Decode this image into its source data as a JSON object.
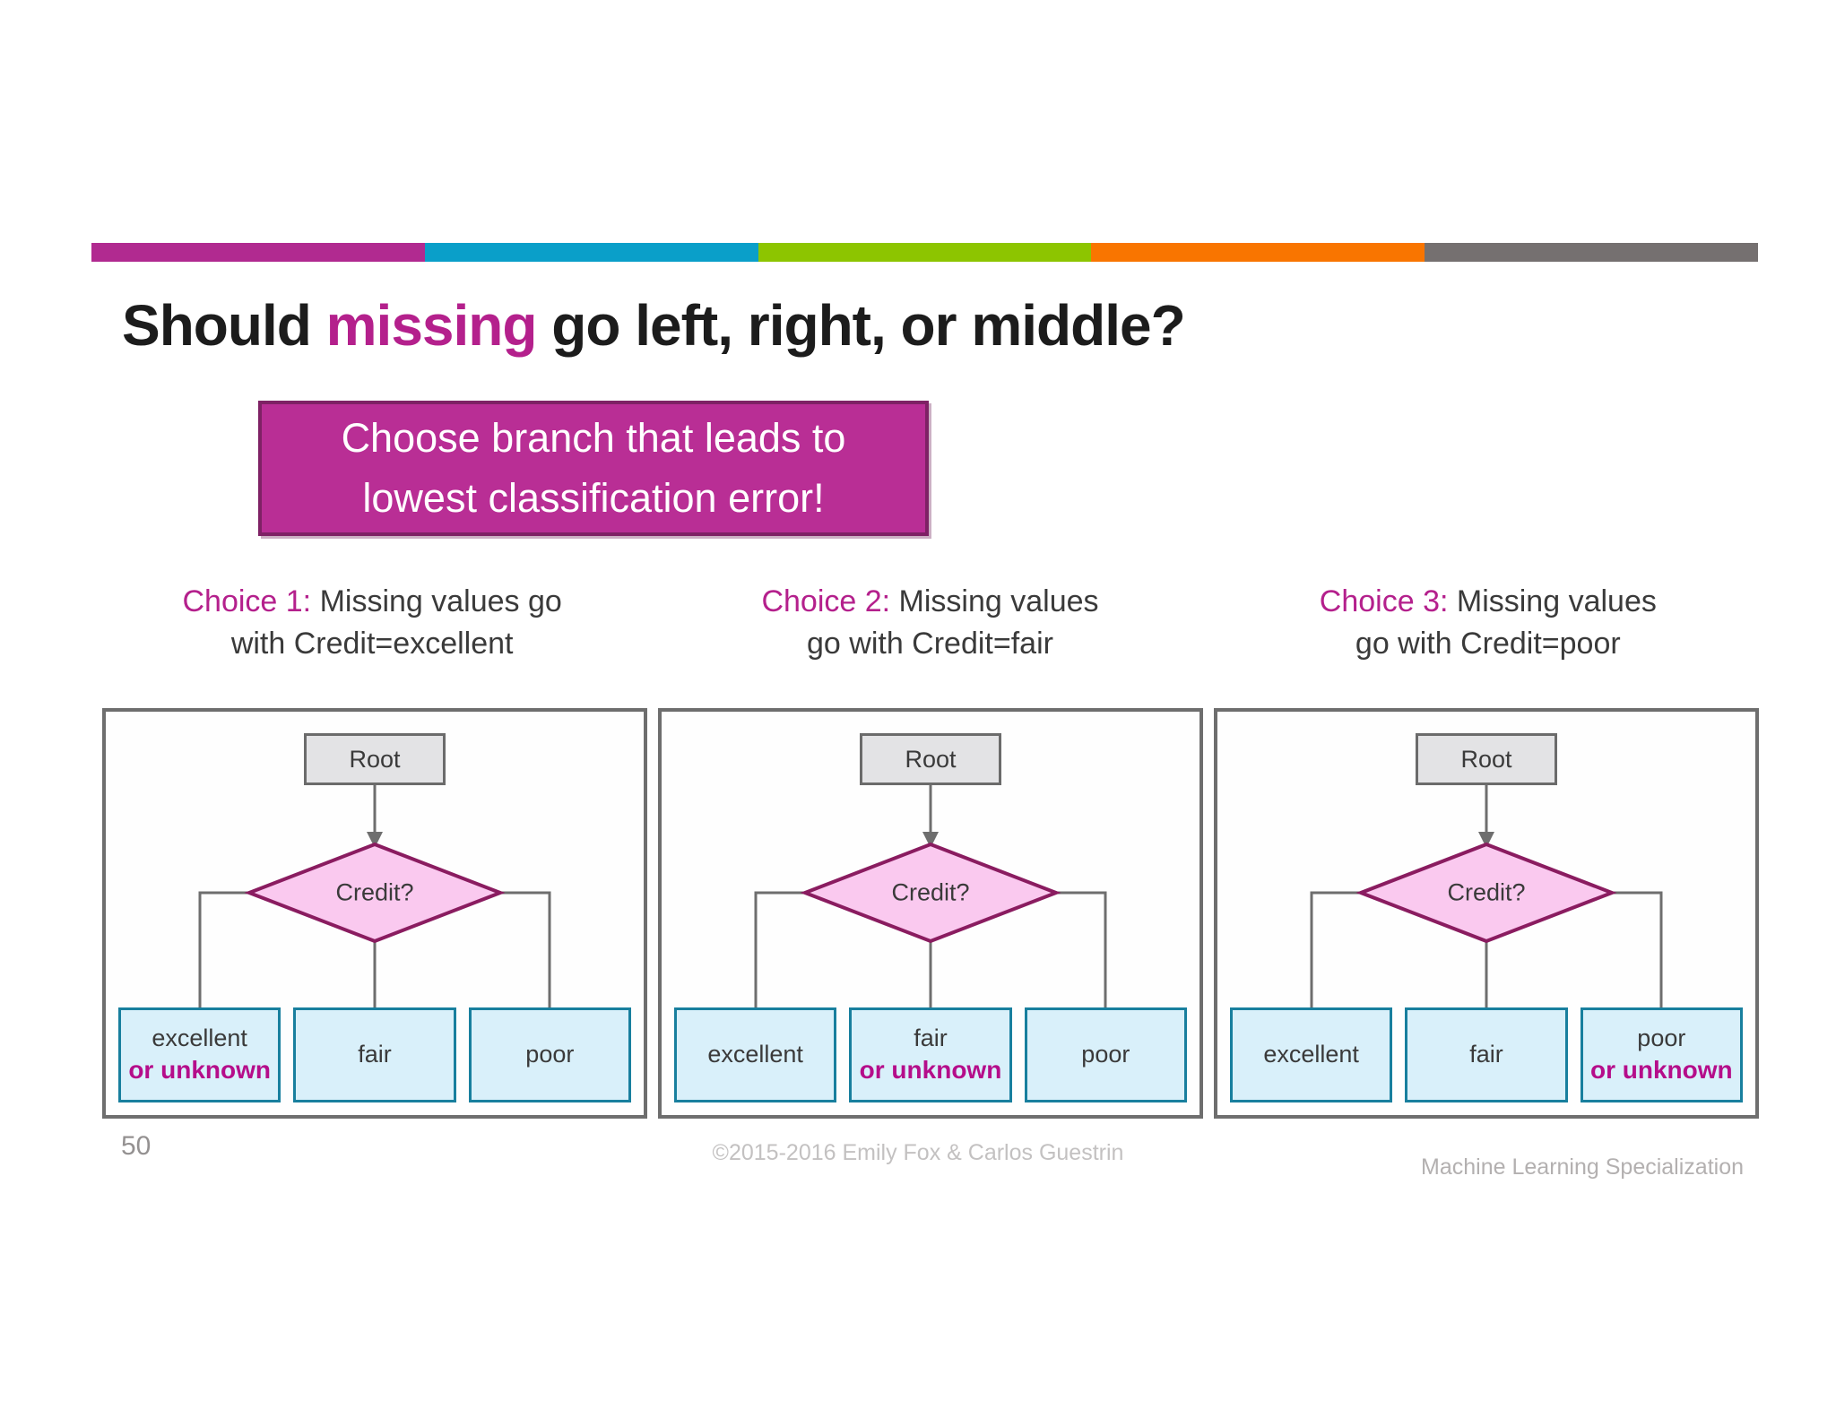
{
  "slide": {
    "title_prefix": "Should ",
    "title_highlight": "missing",
    "title_suffix": " go left, right, or middle?",
    "callout_line1": "Choose branch that leads to",
    "callout_line2": "lowest classification error!",
    "top_bar_colors": [
      "#b12a90",
      "#0a9fc9",
      "#8dc500",
      "#f97500",
      "#757070"
    ],
    "accent_color": "#b4208c",
    "page_number": "50",
    "footer_center": "©2015-2016 Emily Fox & Carlos Guestrin",
    "footer_right": "Machine Learning Specialization"
  },
  "choices": [
    {
      "label": "Choice 1:",
      "desc_line1": "Missing values go",
      "desc_line2": "with Credit=excellent",
      "tree": {
        "root": "Root",
        "decision": "Credit?",
        "leaves": [
          {
            "label": "excellent",
            "extra": "or unknown"
          },
          {
            "label": "fair",
            "extra": ""
          },
          {
            "label": "poor",
            "extra": ""
          }
        ]
      }
    },
    {
      "label": "Choice 2:",
      "desc_line1": "Missing values",
      "desc_line2": "go with Credit=fair",
      "tree": {
        "root": "Root",
        "decision": "Credit?",
        "leaves": [
          {
            "label": "excellent",
            "extra": ""
          },
          {
            "label": "fair",
            "extra": "or unknown"
          },
          {
            "label": "poor",
            "extra": ""
          }
        ]
      }
    },
    {
      "label": "Choice 3:",
      "desc_line1": "Missing values",
      "desc_line2": "go with Credit=poor",
      "tree": {
        "root": "Root",
        "decision": "Credit?",
        "leaves": [
          {
            "label": "excellent",
            "extra": ""
          },
          {
            "label": "fair",
            "extra": ""
          },
          {
            "label": "poor",
            "extra": "or unknown"
          }
        ]
      }
    }
  ]
}
